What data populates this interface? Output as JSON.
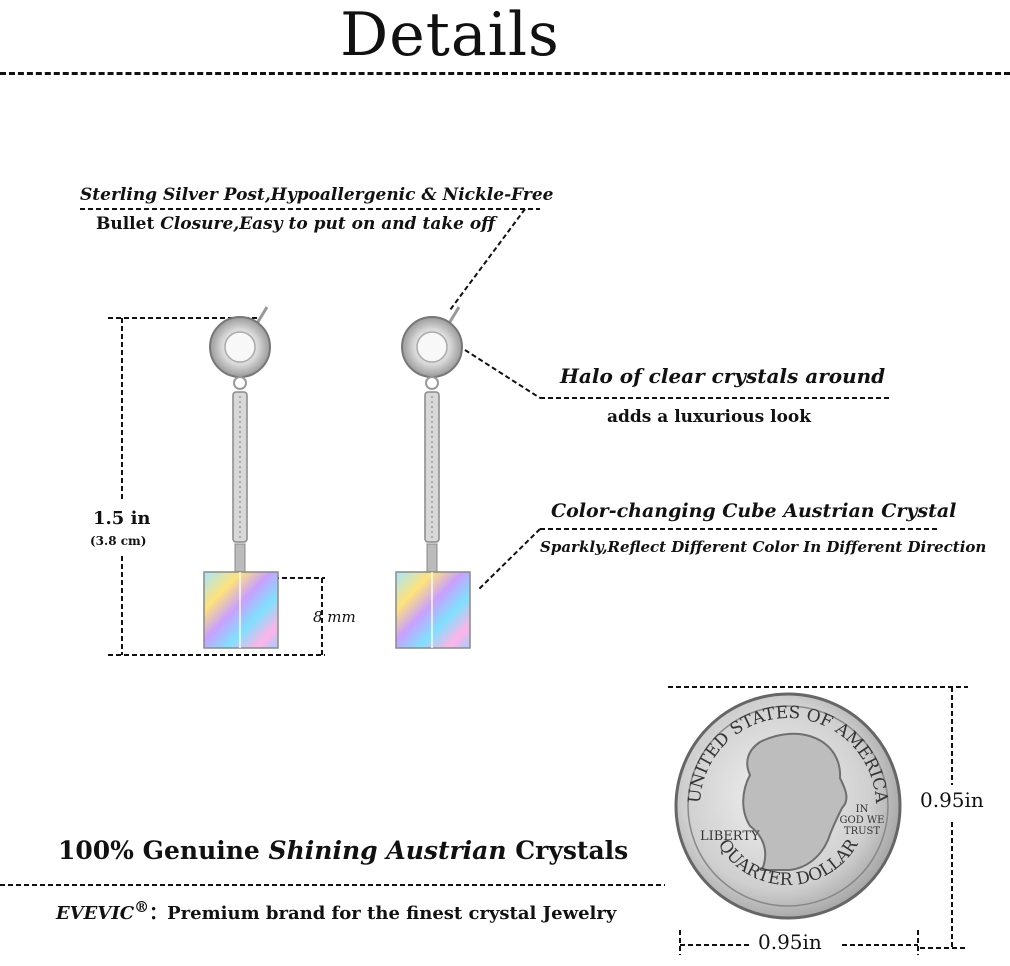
{
  "title": "Details",
  "annotations": {
    "post_line1": "Sterling Silver Post,Hypoallergenic & Nickle-Free",
    "post_line2_bold": "Bullet",
    "post_line2_rest": " Closure,Easy to put on and take off",
    "halo_title": "Halo of clear crystals around",
    "halo_sub": "adds a luxurious look",
    "cube_title": "Color-changing Cube  Austrian  Crystal",
    "cube_sub": "Sparkly,Reflect Different Color In Different Direction"
  },
  "dimensions": {
    "length_in": "1.5 in",
    "length_cm": "(3.8 cm)",
    "cube_size": "8 mm",
    "coin_width": "0.95in",
    "coin_height": "0.95in"
  },
  "bottom": {
    "genuine_part1": "100% Genuine ",
    "genuine_part2": "Shining  Austrian",
    "genuine_part3": "  Crystals",
    "brand": "EVEVIC",
    "brand_mark": "®",
    "brand_rest": "：Premium brand for the finest crystal Jewelry"
  },
  "coin": {
    "top_text": "UNITED STATES OF AMERICA",
    "bottom_text": "QUARTER DOLLAR",
    "left_text": "LIBERTY",
    "motto": [
      "IN",
      "GOD WE",
      "TRUST"
    ]
  }
}
